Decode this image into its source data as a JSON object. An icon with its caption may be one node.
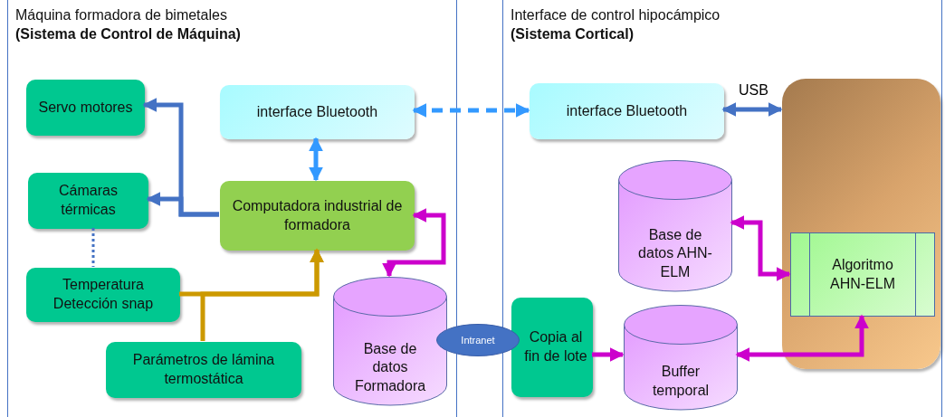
{
  "diagram": {
    "nodes": [
      {
        "text": [
          "Máquina formadora de bimetales",
          "(Sistema de Control de Máquina)"
        ]
      },
      {
        "text": [
          "Interface de control hipocámpico",
          "(Sistema Cortical)"
        ]
      },
      {
        "text": [
          "Servo motores"
        ],
        "in": 0
      },
      {
        "text": [
          "interface Bluetooth"
        ],
        "in": 0
      },
      {
        "text": [
          "Cámaras térmicas"
        ],
        "in": 0
      },
      {
        "text": [
          "Computadora industrial de formadora"
        ],
        "in": 0
      },
      {
        "text": [
          "Temperatura Detección snap"
        ],
        "in": 0
      },
      {
        "text": [
          "Parámetros de lámina termostática"
        ],
        "in": 0
      },
      {
        "text": [
          "Base de datos Formadora"
        ],
        "in": 0
      },
      {
        "text": [
          "Intranet"
        ]
      },
      {
        "text": [
          "interface Bluetooth"
        ],
        "in": 1
      },
      {
        "text": [],
        "shape": "box",
        "in": 1
      },
      {
        "text": [
          "Base de datos AHN-ELM"
        ],
        "in": 1
      },
      {
        "text": [
          "Algoritmo AHN-ELM"
        ],
        "in": 11
      },
      {
        "text": [
          "Copia al fin de lote"
        ],
        "in": 1
      },
      {
        "text": [
          "Buffer temporal"
        ],
        "in": 1
      }
    ],
    "edges": [
      {
        "from": 5,
        "to": 2,
        "arrow": "to",
        "color": "#4472c4"
      },
      {
        "from": 5,
        "to": 4,
        "arrow": "to",
        "color": "#4472c4"
      },
      {
        "from": 3,
        "to": 5,
        "arrow": "both",
        "color": "#3399ff"
      },
      {
        "from": 3,
        "to": 10,
        "arrow": "both",
        "style": "dashed",
        "color": "#3399ff"
      },
      {
        "from": 10,
        "to": 11,
        "arrow": "both",
        "label": "USB",
        "color": "#4472c4"
      },
      {
        "from": 4,
        "to": 6,
        "arrow": "none",
        "style": "dashed",
        "color": "#4472c4"
      },
      {
        "from": 6,
        "to": 5,
        "arrow": "to",
        "color": "#cc9900"
      },
      {
        "from": 7,
        "to": 5,
        "arrow": "to",
        "color": "#cc9900"
      },
      {
        "from": 5,
        "to": 8,
        "arrow": "both",
        "color": "#cc00cc"
      },
      {
        "from": 12,
        "to": 13,
        "arrow": "both",
        "color": "#cc00cc"
      },
      {
        "from": 14,
        "to": 15,
        "arrow": "to",
        "color": "#cc00cc"
      },
      {
        "from": 15,
        "to": 13,
        "arrow": "both",
        "color": "#cc00cc"
      }
    ]
  }
}
